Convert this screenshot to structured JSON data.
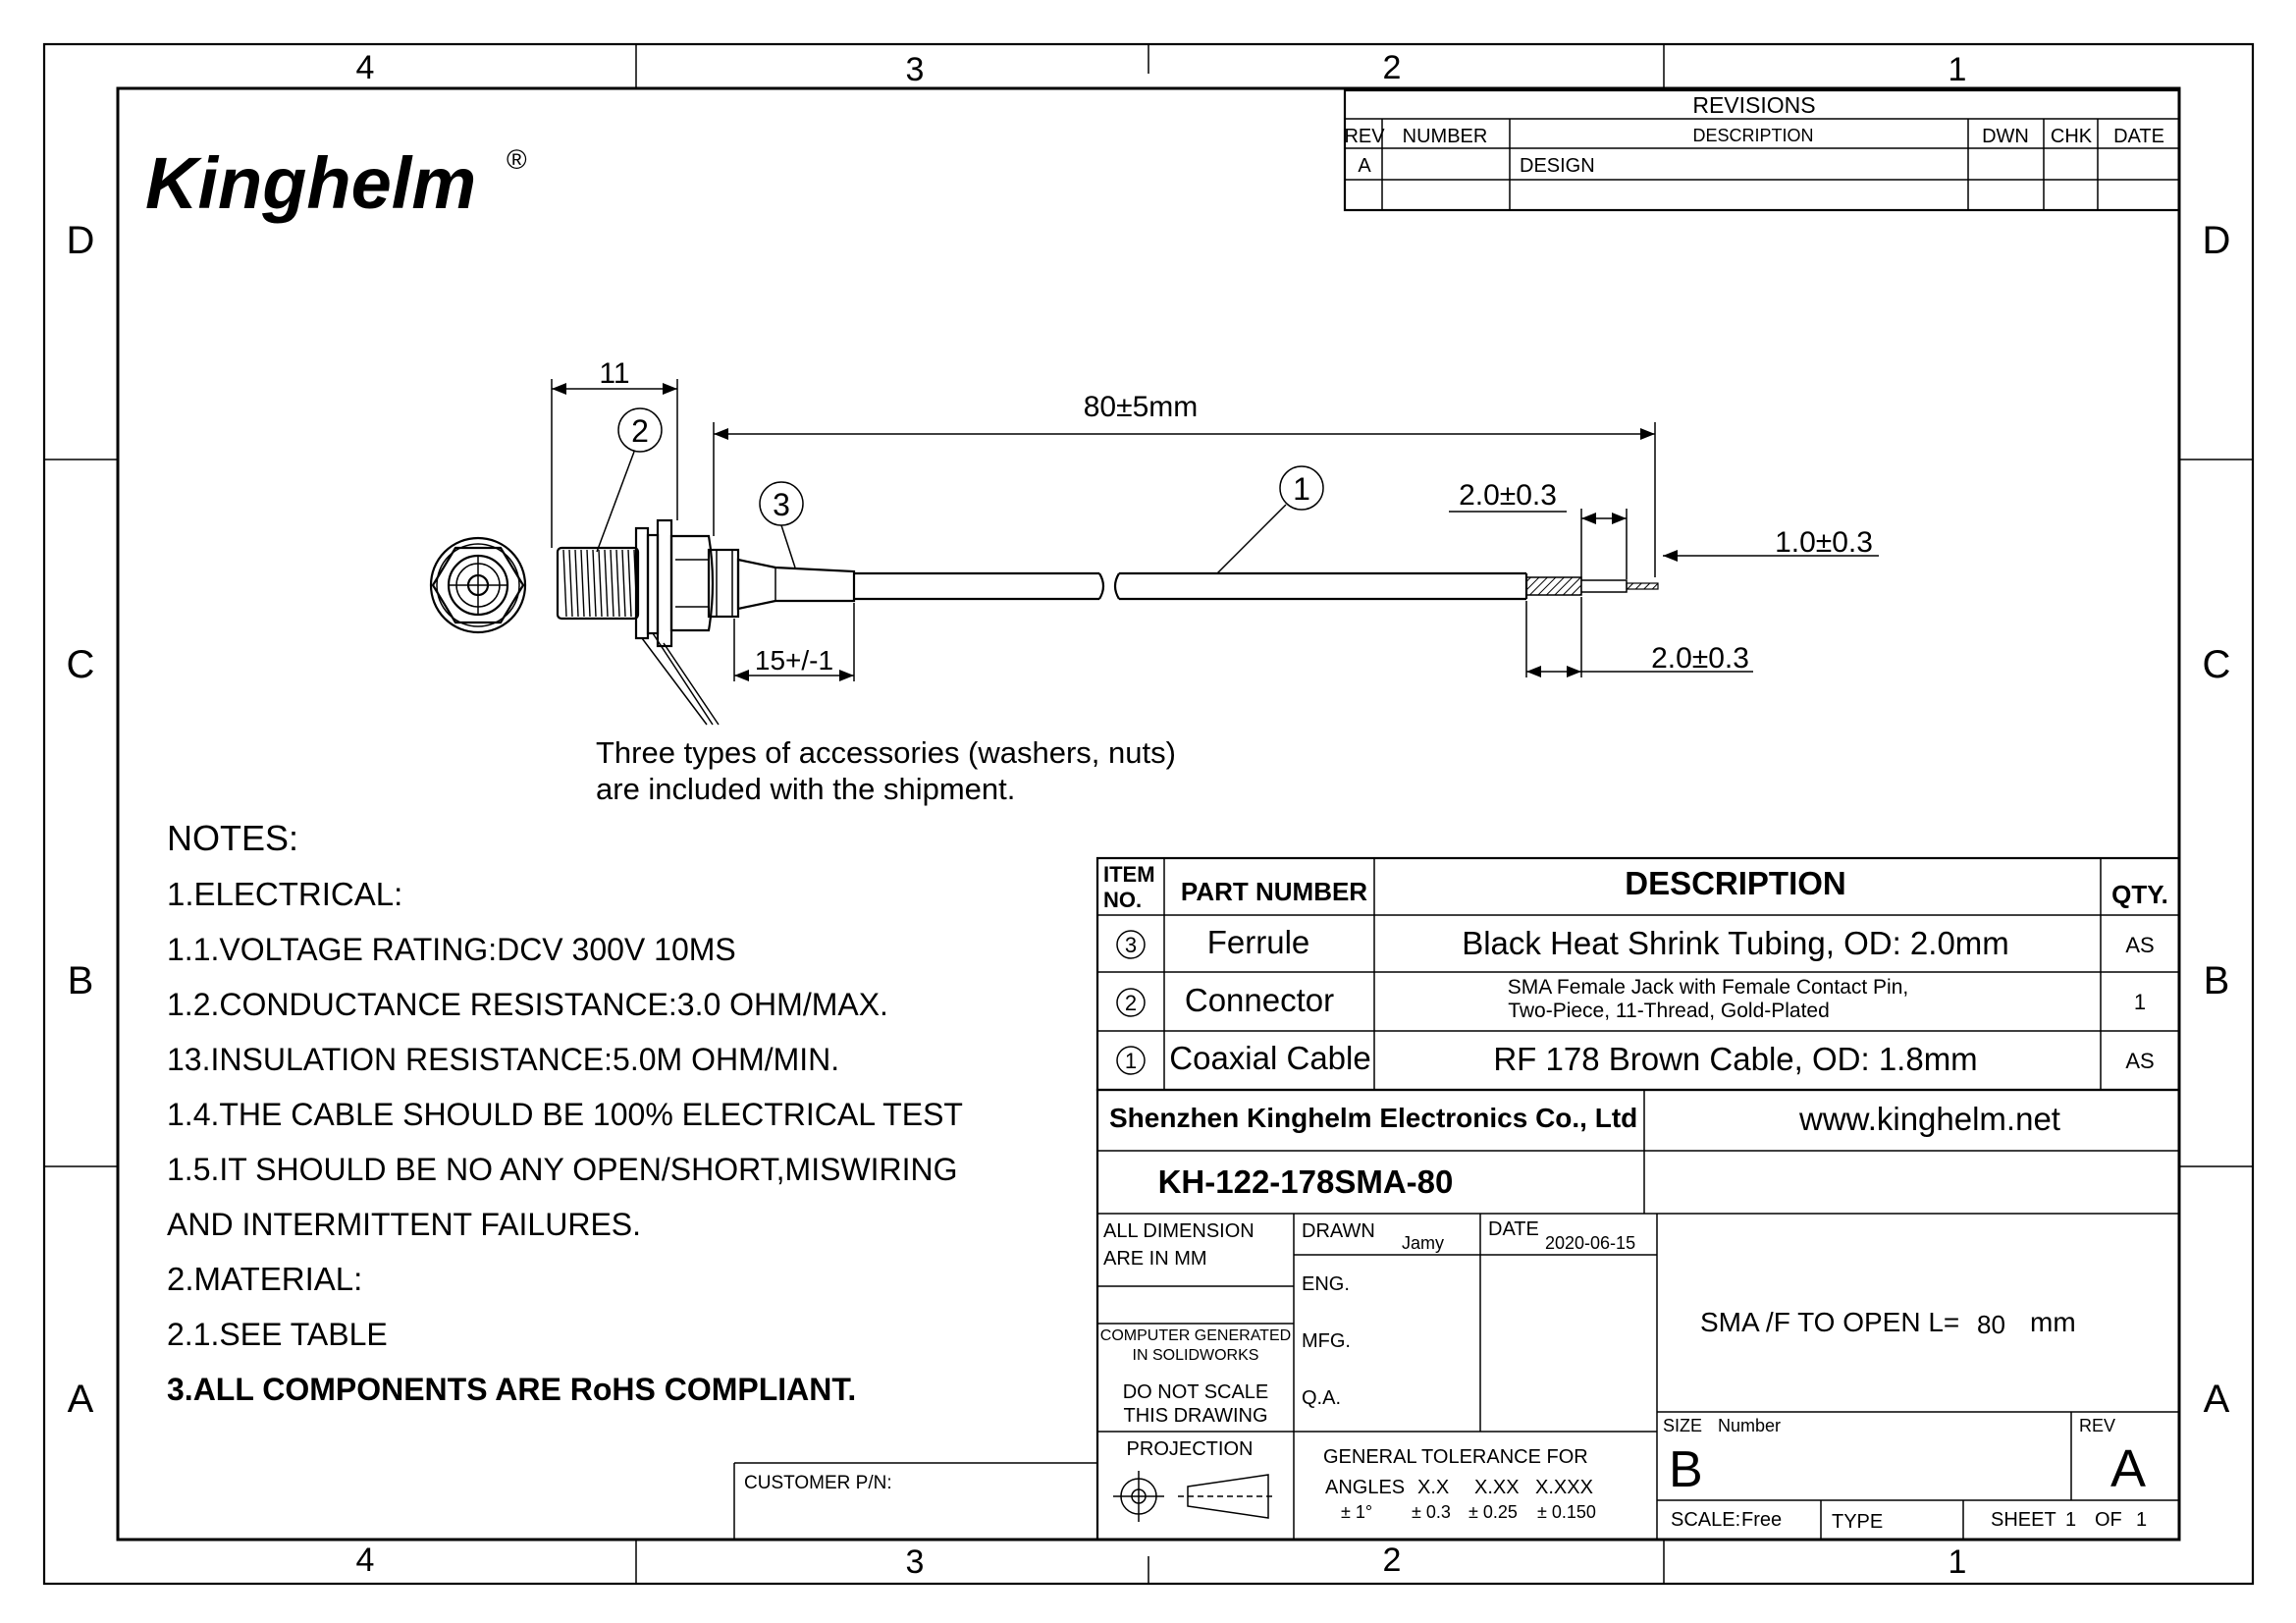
{
  "frame": {
    "cols_top": [
      "4",
      "3",
      "2",
      "1"
    ],
    "cols_bottom": [
      "4",
      "3",
      "2",
      "1"
    ],
    "rows_left": [
      "D",
      "C",
      "B",
      "A"
    ],
    "rows_right": [
      "D",
      "C",
      "B",
      "A"
    ]
  },
  "logo": {
    "text": "Kinghelm",
    "mark": "®",
    "color": "#e0202a"
  },
  "revisions": {
    "title": "REVISIONS",
    "headers": [
      "REV",
      "NUMBER",
      "DESCRIPTION",
      "DWN",
      "CHK",
      "DATE"
    ],
    "rows": [
      [
        "A",
        "",
        "DESIGN",
        "",
        "",
        ""
      ]
    ]
  },
  "dimensions": {
    "total_length": "80±5mm",
    "connector_len": "11",
    "ferrule_len": "15+/-1",
    "strip_top": "2.0±0.3",
    "strip_right": "1.0±0.3",
    "strip_bottom": "2.0±0.3"
  },
  "balloons": {
    "ferrule": "3",
    "connector": "2",
    "cable": "1"
  },
  "accessory_note": [
    "Three types of accessories (washers, nuts)",
    "are included with the shipment."
  ],
  "notes": {
    "title": "NOTES:",
    "lines": [
      "1.ELECTRICAL:",
      "1.1.VOLTAGE RATING:DCV 300V 10MS",
      "1.2.CONDUCTANCE RESISTANCE:3.0 OHM/MAX.",
      "13.INSULATION RESISTANCE:5.0M OHM/MIN.",
      "1.4.THE CABLE SHOULD BE 100% ELECTRICAL TEST",
      "1.5.IT SHOULD BE NO ANY OPEN/SHORT,MISWIRING",
      "AND INTERMITTENT FAILURES.",
      "2.MATERIAL:",
      "2.1.SEE TABLE",
      "3.ALL COMPONENTS ARE RoHS COMPLIANT."
    ]
  },
  "bom": {
    "headers": {
      "item_line1": "ITEM",
      "item_line2": "NO.",
      "part": "PART  NUMBER",
      "desc": "DESCRIPTION",
      "qty": "QTY."
    },
    "rows": [
      {
        "item": "3",
        "part": "Ferrule",
        "desc": "Black Heat Shrink Tubing, OD: 2.0mm",
        "qty": "AS"
      },
      {
        "item": "2",
        "part": "Connector",
        "desc1": "SMA Female Jack with Female Contact Pin,",
        "desc2": "Two-Piece, 11-Thread, Gold-Plated",
        "qty": "1"
      },
      {
        "item": "1",
        "part": "Coaxial Cable",
        "desc": "RF 178 Brown Cable, OD: 1.8mm",
        "qty": "AS"
      }
    ]
  },
  "title_block": {
    "company": "Shenzhen Kinghelm Electronics Co., Ltd",
    "website": "www.kinghelm.net",
    "part_number": "KH-122-178SMA-80",
    "all_dim_1": "ALL DIMENSION",
    "all_dim_2": "ARE IN MM",
    "drawn_label": "DRAWN",
    "drawn_value": "Jamy",
    "date_label": "DATE",
    "date_value": "2020-06-15",
    "eng": "ENG.",
    "mfg": "MFG.",
    "qa": "Q.A.",
    "computer_1": "COMPUTER GENERATED",
    "computer_2": "IN SOLIDWORKS",
    "noscale_1": "DO NOT SCALE",
    "noscale_2": "THIS DRAWING",
    "projection": "PROJECTION",
    "tolerance": {
      "title": "GENERAL TOLERANCE FOR",
      "labels": [
        "ANGLES",
        "X.X",
        "X.XX",
        "X.XXX"
      ],
      "values": [
        "± 1°",
        "± 0.3",
        "± 0.25",
        "± 0.150"
      ]
    },
    "title_main": "SMA /F TO OPEN  L=",
    "title_len": "80",
    "title_unit": "mm",
    "size_label": "SIZE",
    "size_value": "B",
    "number_label": "Number",
    "rev_label": "REV",
    "rev_value": "A",
    "scale_label": "SCALE:",
    "scale_value": "Free",
    "type_label": "TYPE",
    "sheet_label": "SHEET",
    "sheet_value": "1",
    "of_label": "OF",
    "of_value": "1",
    "customer_pn": "CUSTOMER P/N:"
  }
}
